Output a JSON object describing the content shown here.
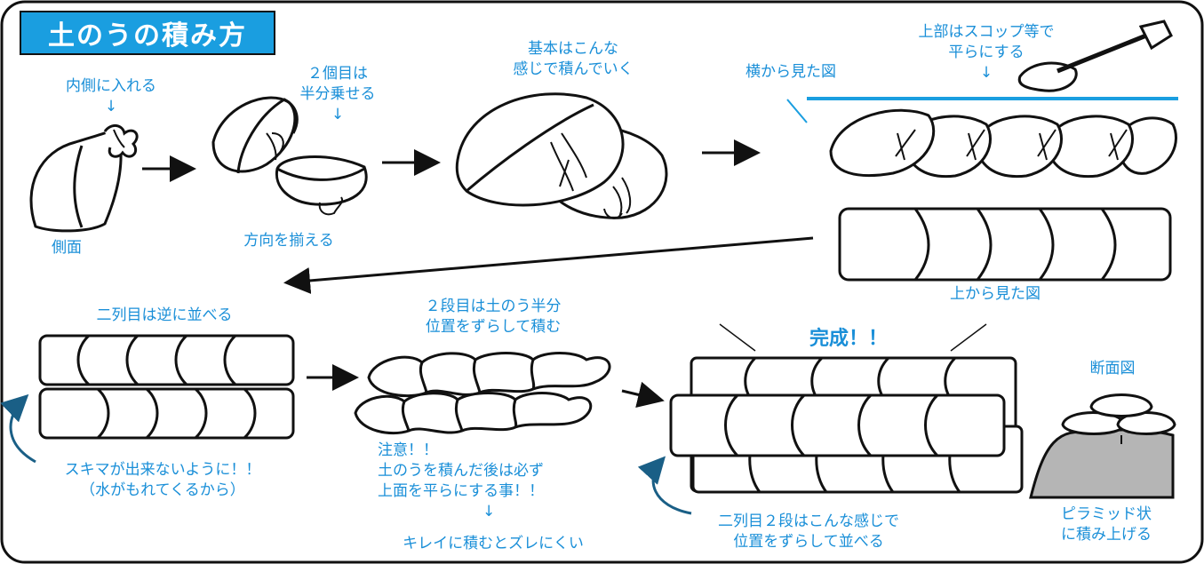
{
  "title": "土のうの積み方",
  "steps": {
    "inside": "内側に入れる",
    "side": "側面",
    "second_line1": "２個目は",
    "second_line2": "半分乗せる",
    "align": "方向を揃える",
    "basic_line1": "基本はこんな",
    "basic_line2": "感じで積んでいく",
    "side_view": "横から見た図",
    "top_line1": "上部はスコップ等で",
    "top_line2": "平らにする",
    "top_view": "上から見た図",
    "second_row": "二列目は逆に並べる",
    "second_tier_line1": "２段目は土のう半分",
    "second_tier_line2": "位置をずらして積む",
    "complete": "完成！！",
    "cross_section": "断面図",
    "gap_line1": "スキマが出来ないように！！",
    "gap_line2": "（水がもれてくるから）",
    "note_line1": "注意！！",
    "note_line2": "土のうを積んだ後は必ず",
    "note_line3": "上面を平らにする事！！",
    "tip": "キレイに積むとズレにくい",
    "final_line1": "二列目２段はこんな感じで",
    "final_line2": "位置をずらして並べる",
    "pyramid_line1": "ピラミッド状",
    "pyramid_line2": "に積み上げる"
  },
  "down_arrow": "↓",
  "colors": {
    "accent": "#1a9ee0",
    "text": "#1a8fd8",
    "stroke": "#111111",
    "ground": "#b5b5b5",
    "curve_arrow": "#1a5f86"
  }
}
